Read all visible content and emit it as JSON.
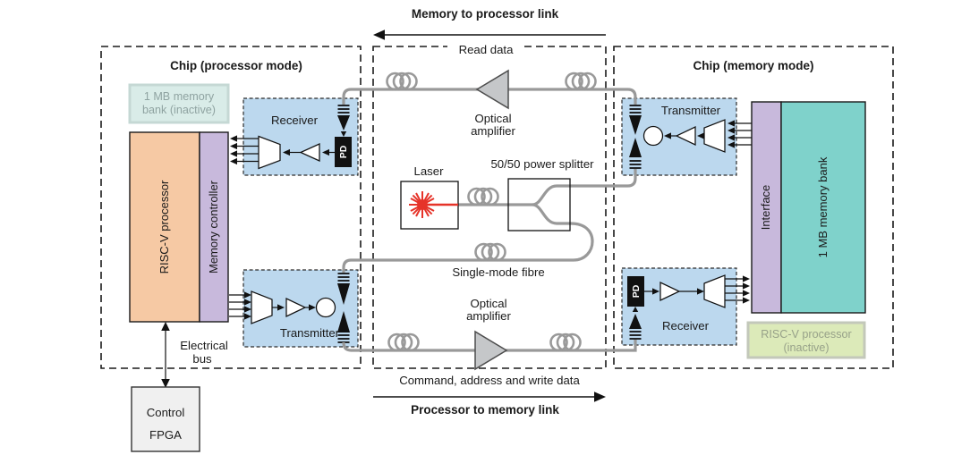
{
  "figure": {
    "top_link": {
      "title": "Memory to processor link",
      "data_label": "Read data"
    },
    "bottom_link": {
      "data_label": "Command, address and write data",
      "title": "Processor to memory link"
    },
    "processor_chip": {
      "title": "Chip (processor mode)",
      "inactive_bank": [
        "1 MB memory",
        "bank (inactive)"
      ],
      "processor": "RISC-V processor",
      "memory_controller": "Memory controller",
      "receiver_label": "Receiver",
      "transmitter_label": "Transmitter",
      "pd_label": "PD"
    },
    "memory_chip": {
      "title": "Chip (memory mode)",
      "transmitter_label": "Transmitter",
      "receiver_label": "Receiver",
      "interface": "Interface",
      "memory_bank": "1 MB memory bank",
      "inactive_processor": [
        "RISC-V processor",
        "(inactive)"
      ],
      "pd_label": "PD"
    },
    "optics": {
      "laser_label": "Laser",
      "splitter_label": "50/50 power splitter",
      "fibre_label": "Single-mode fibre",
      "amplifier_top": [
        "Optical",
        "amplifier"
      ],
      "amplifier_bottom": [
        "Optical",
        "amplifier"
      ]
    },
    "electrical_bus": [
      "Electrical",
      "bus"
    ],
    "control_fpga": [
      "Control",
      "FPGA"
    ],
    "colors": {
      "module_blue": "#bcd8ee",
      "processor_orange": "#f6c9a4",
      "controller_purple": "#c8b9dc",
      "memory_teal": "#7fd2cb",
      "inactive_mint_fill": "#d9ece8",
      "inactive_green_fill": "#dceab9",
      "fpga_gray": "#f0f0f0",
      "fibre_gray": "#999999",
      "laser_red": "#e63329",
      "amplifier_gray": "#c5c7c9"
    }
  }
}
